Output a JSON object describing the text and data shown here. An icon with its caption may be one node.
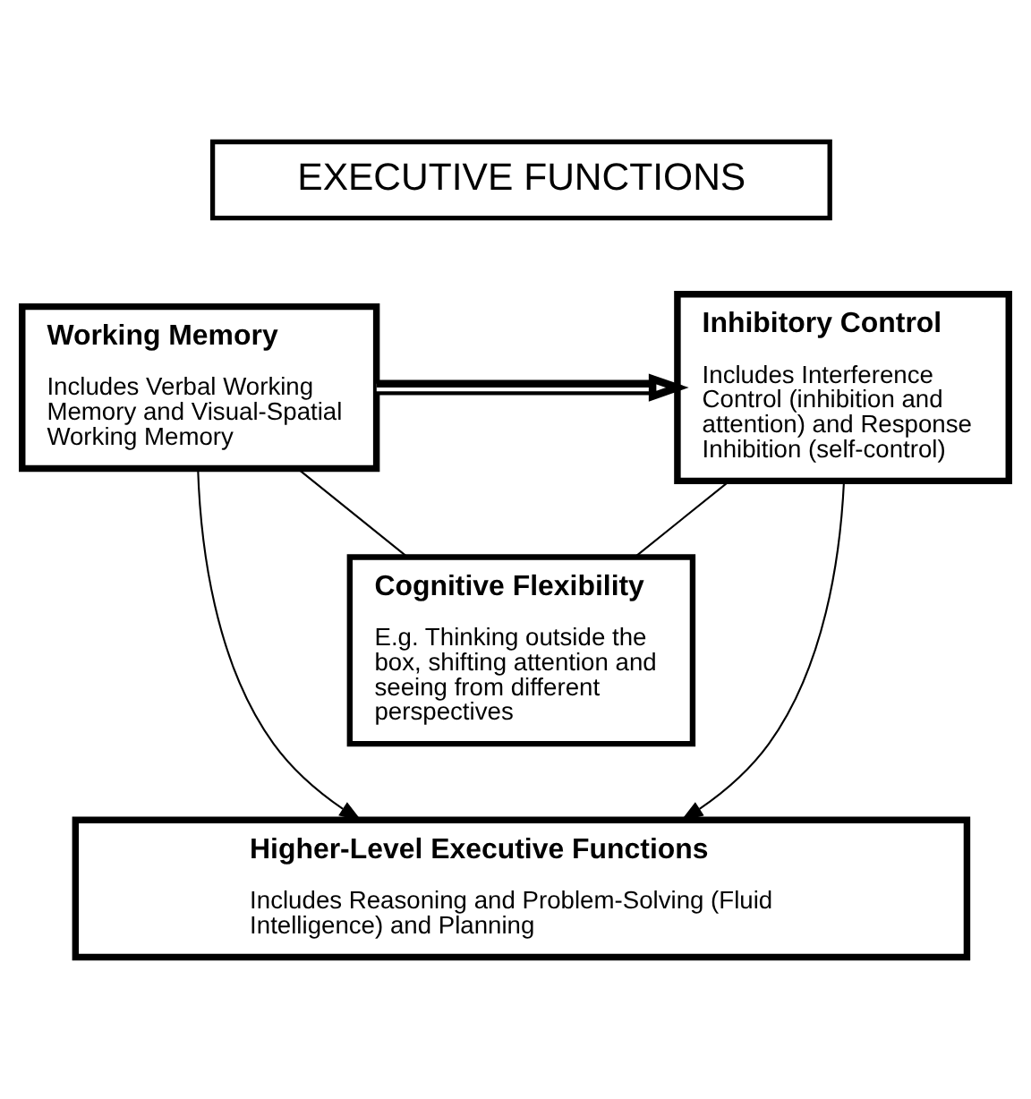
{
  "diagram": {
    "nodes": [
      {
        "text": [
          "EXECUTIVE FUNCTIONS"
        ]
      },
      {
        "text": [
          "Working Memory",
          "Includes Verbal Working Memory and Visual-Spatial Working Memory"
        ]
      },
      {
        "text": [
          "Inhibitory Control",
          "Includes Interference Control (inhibition and attention) and Response Inhibition (self-control)"
        ]
      },
      {
        "text": [
          "Cognitive Flexibility",
          "E.g. Thinking outside the box, shifting attention and seeing from different perspectives"
        ]
      },
      {
        "text": [
          "Higher-Level Executive Functions",
          "Includes Reasoning and Problem-Solving (Fluid Intelligence) and Planning"
        ]
      }
    ],
    "edges": [
      {
        "from": 1,
        "to": 2,
        "arrow": "to",
        "style": "thick"
      },
      {
        "from": 1,
        "to": 3,
        "arrow": "none"
      },
      {
        "from": 2,
        "to": 3,
        "arrow": "none"
      },
      {
        "from": 1,
        "to": 4,
        "arrow": "to"
      },
      {
        "from": 2,
        "to": 4,
        "arrow": "to"
      }
    ]
  }
}
